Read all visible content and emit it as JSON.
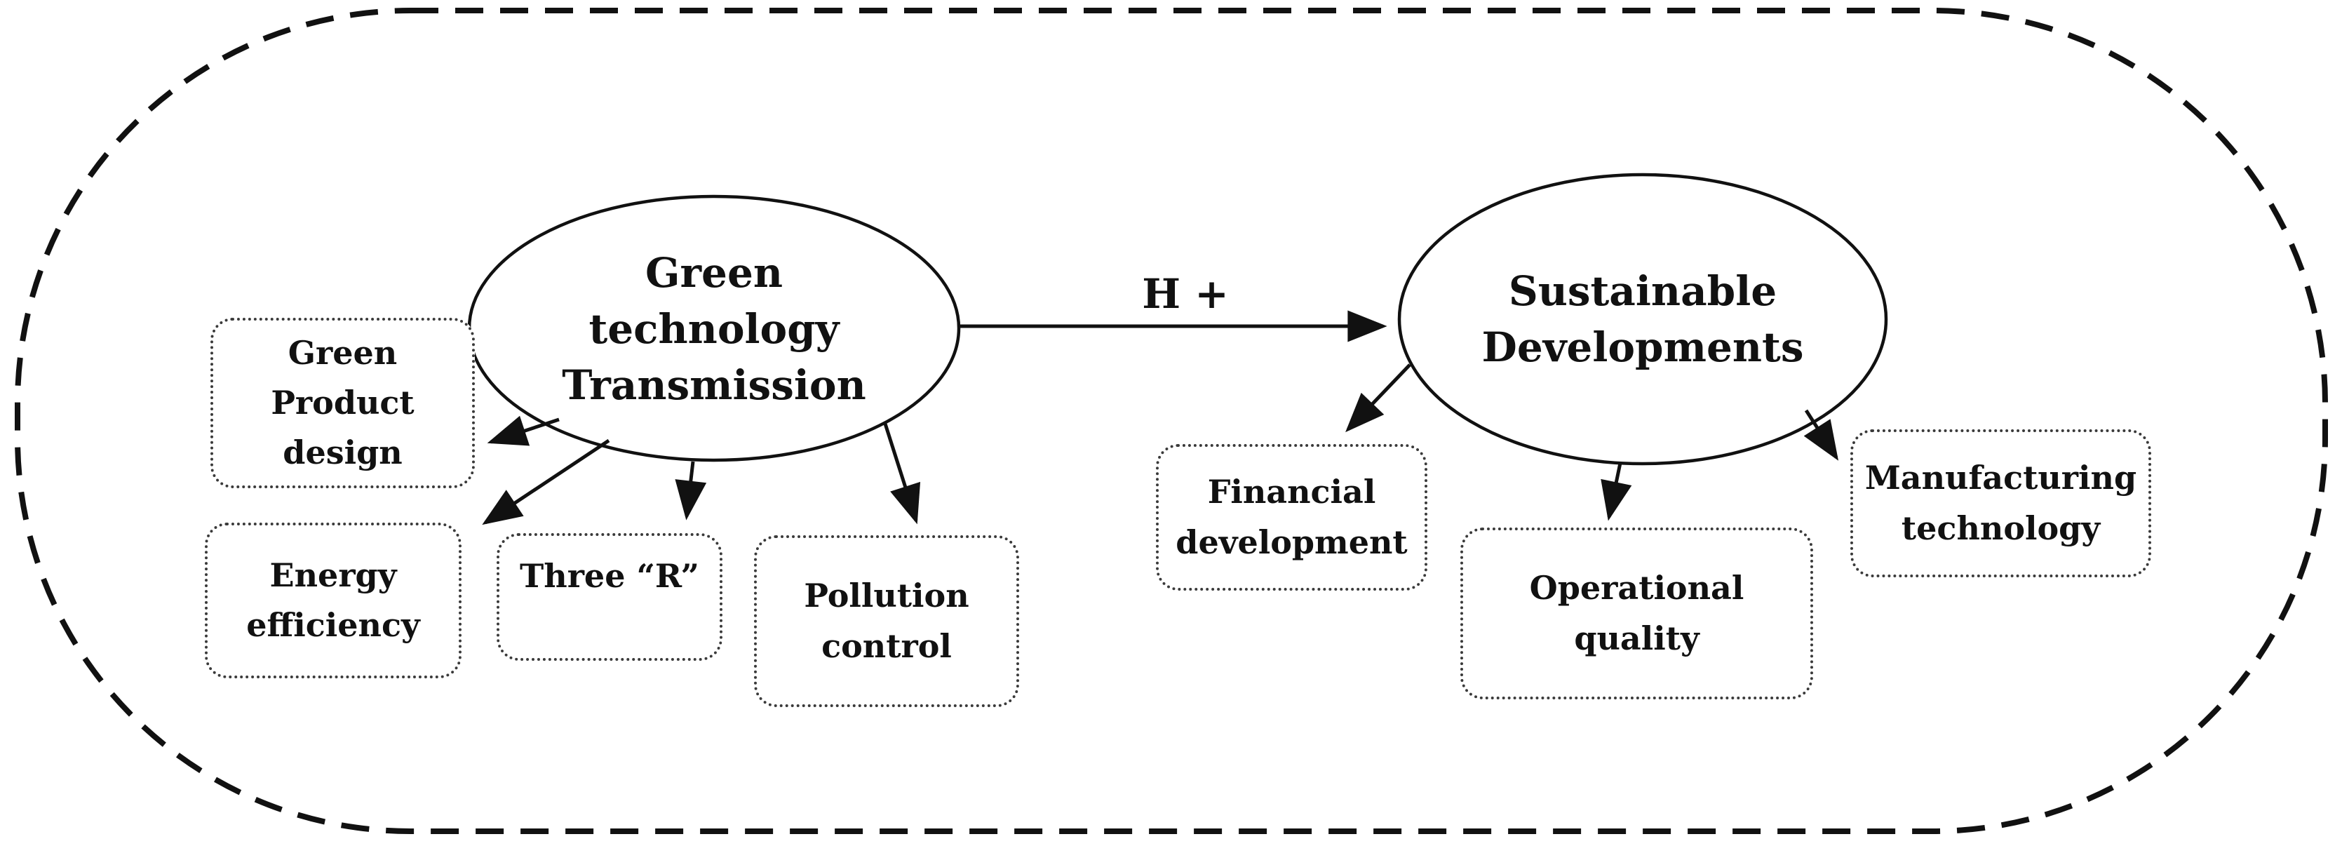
{
  "diagram": {
    "ink_color": "#111111",
    "hypothesis_label": "H +",
    "left_ellipse": {
      "lines": [
        "Green",
        "technology",
        "Transmission"
      ]
    },
    "right_ellipse": {
      "lines": [
        "Sustainable",
        "Developments"
      ]
    },
    "left_factors": [
      {
        "id": "green-product-design",
        "lines": [
          "Green",
          "Product",
          "design"
        ]
      },
      {
        "id": "energy-efficiency",
        "lines": [
          "Energy",
          "efficiency"
        ]
      },
      {
        "id": "three-r",
        "lines": [
          "Three “R”"
        ]
      },
      {
        "id": "pollution-control",
        "lines": [
          "Pollution",
          "control"
        ]
      }
    ],
    "right_factors": [
      {
        "id": "financial-development",
        "lines": [
          "Financial",
          "development"
        ]
      },
      {
        "id": "operational-quality",
        "lines": [
          "Operational",
          "quality"
        ]
      },
      {
        "id": "manufacturing-technology",
        "lines": [
          "Manufacturing",
          "technology"
        ]
      }
    ]
  }
}
